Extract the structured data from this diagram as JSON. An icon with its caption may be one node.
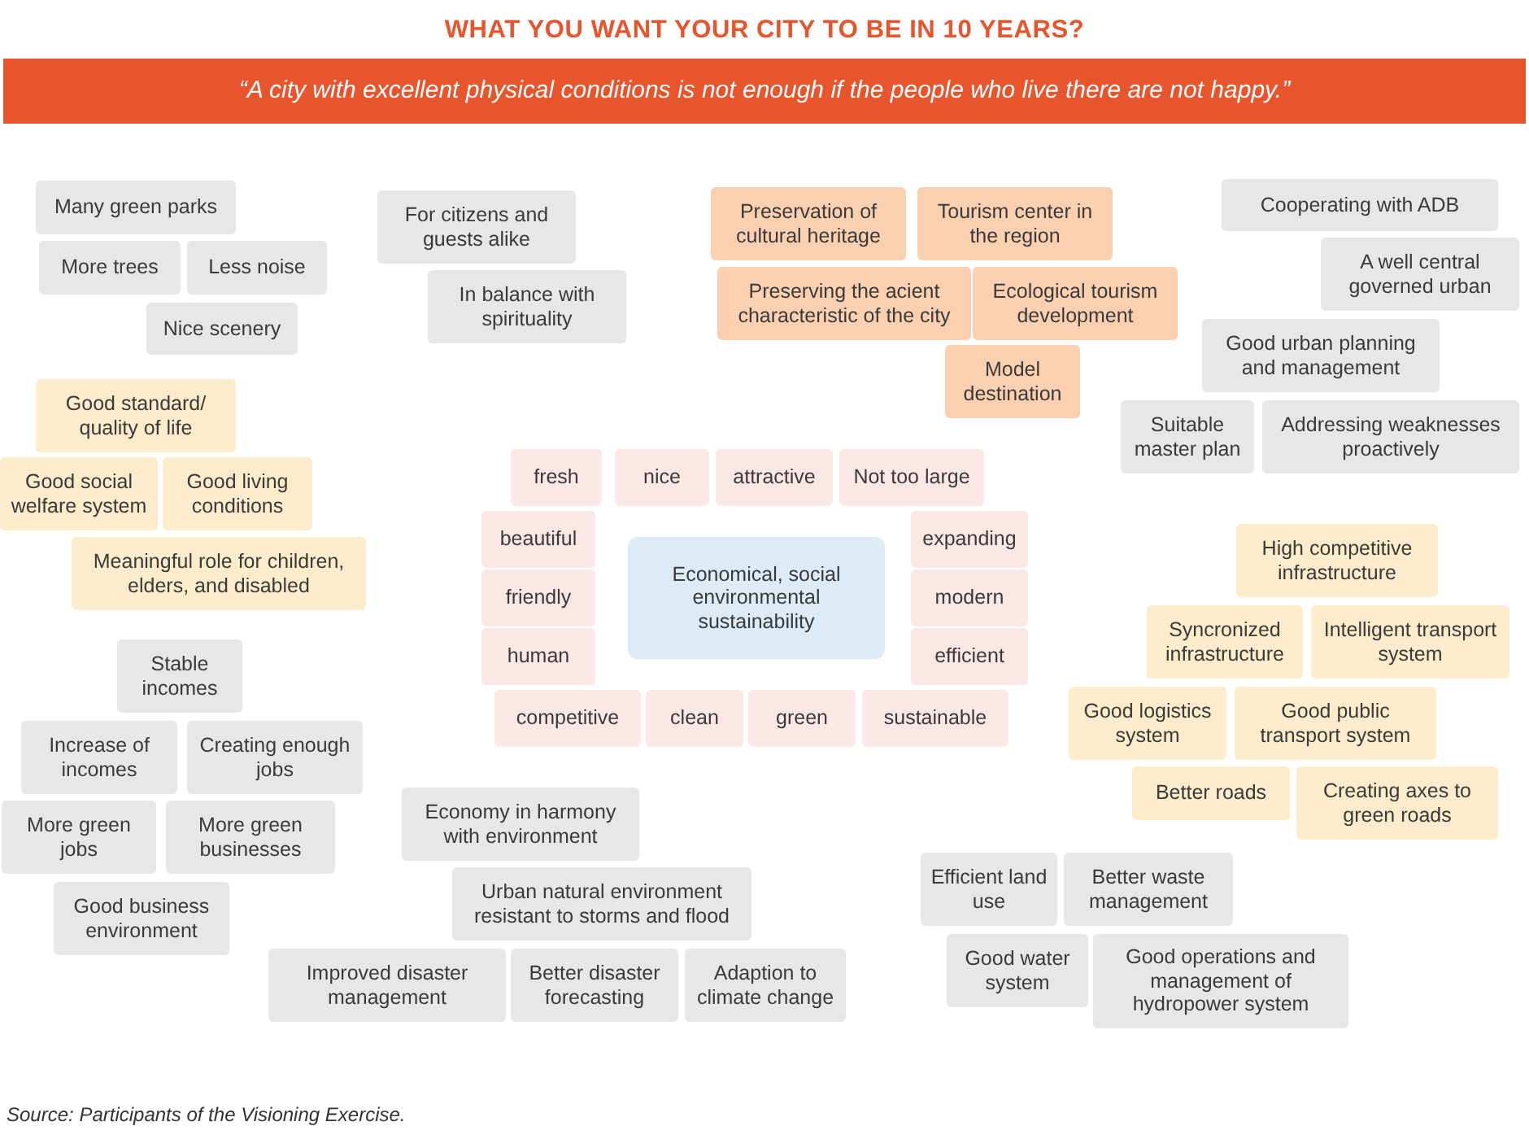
{
  "diagram": {
    "title": "WHAT YOU WANT YOUR CITY TO BE IN 10 YEARS?",
    "caption": "Source: Participants of the Visioning Exercise.",
    "nodes": [
      {
        "text": [
          "“A city with excellent physical conditions is not enough if the people who live there are not happy.”"
        ]
      },
      {
        "text": [
          "Many green parks"
        ]
      },
      {
        "text": [
          "More trees"
        ]
      },
      {
        "text": [
          "Less noise"
        ]
      },
      {
        "text": [
          "Nice scenery"
        ]
      },
      {
        "text": [
          "For citizens and guests alike"
        ]
      },
      {
        "text": [
          "In balance with spirituality"
        ]
      },
      {
        "text": [
          "Preservation of cultural heritage"
        ]
      },
      {
        "text": [
          "Tourism center in the region"
        ]
      },
      {
        "text": [
          "Preserving the acient characteristic of the city"
        ]
      },
      {
        "text": [
          "Ecological tourism development"
        ]
      },
      {
        "text": [
          "Model destination"
        ]
      },
      {
        "text": [
          "Cooperating with ADB"
        ]
      },
      {
        "text": [
          "A well central governed urban"
        ]
      },
      {
        "text": [
          "Good urban planning and management"
        ]
      },
      {
        "text": [
          "Suitable master plan"
        ]
      },
      {
        "text": [
          "Addressing weaknesses proactively"
        ]
      },
      {
        "text": [
          "Good standard/ quality of life"
        ]
      },
      {
        "text": [
          "Good social welfare system"
        ]
      },
      {
        "text": [
          "Good living conditions"
        ]
      },
      {
        "text": [
          "Meaningful role for children, elders, and disabled"
        ]
      },
      {
        "text": [
          "fresh"
        ]
      },
      {
        "text": [
          "nice"
        ]
      },
      {
        "text": [
          "attractive"
        ]
      },
      {
        "text": [
          "Not too large"
        ]
      },
      {
        "text": [
          "beautiful"
        ]
      },
      {
        "text": [
          "expanding"
        ]
      },
      {
        "text": [
          "friendly"
        ]
      },
      {
        "text": [
          "Economical, social environmental sustainability"
        ]
      },
      {
        "text": [
          "modern"
        ]
      },
      {
        "text": [
          "human"
        ]
      },
      {
        "text": [
          "efficient"
        ]
      },
      {
        "text": [
          "competitive"
        ]
      },
      {
        "text": [
          "clean"
        ]
      },
      {
        "text": [
          "green"
        ]
      },
      {
        "text": [
          "sustainable"
        ]
      },
      {
        "text": [
          "Stable incomes"
        ]
      },
      {
        "text": [
          "Increase of incomes"
        ]
      },
      {
        "text": [
          "Creating enough jobs"
        ]
      },
      {
        "text": [
          "More green jobs"
        ]
      },
      {
        "text": [
          "More green businesses"
        ]
      },
      {
        "text": [
          "Good business environment"
        ]
      },
      {
        "text": [
          "High competitive infrastructure"
        ]
      },
      {
        "text": [
          "Syncronized infrastructure"
        ]
      },
      {
        "text": [
          "Intelligent transport system"
        ]
      },
      {
        "text": [
          "Good logistics system"
        ]
      },
      {
        "text": [
          "Good public transport system"
        ]
      },
      {
        "text": [
          "Better roads"
        ]
      },
      {
        "text": [
          "Creating axes to green roads"
        ]
      },
      {
        "text": [
          "Economy in harmony with environment"
        ]
      },
      {
        "text": [
          "Urban natural environment resistant to storms and flood"
        ]
      },
      {
        "text": [
          "Improved disaster management"
        ]
      },
      {
        "text": [
          "Better disaster forecasting"
        ]
      },
      {
        "text": [
          "Adaption to climate change"
        ]
      },
      {
        "text": [
          "Efficient land use"
        ]
      },
      {
        "text": [
          "Better waste management"
        ]
      },
      {
        "text": [
          "Good water system"
        ]
      },
      {
        "text": [
          "Good operations and management of hydropower system"
        ]
      }
    ]
  }
}
